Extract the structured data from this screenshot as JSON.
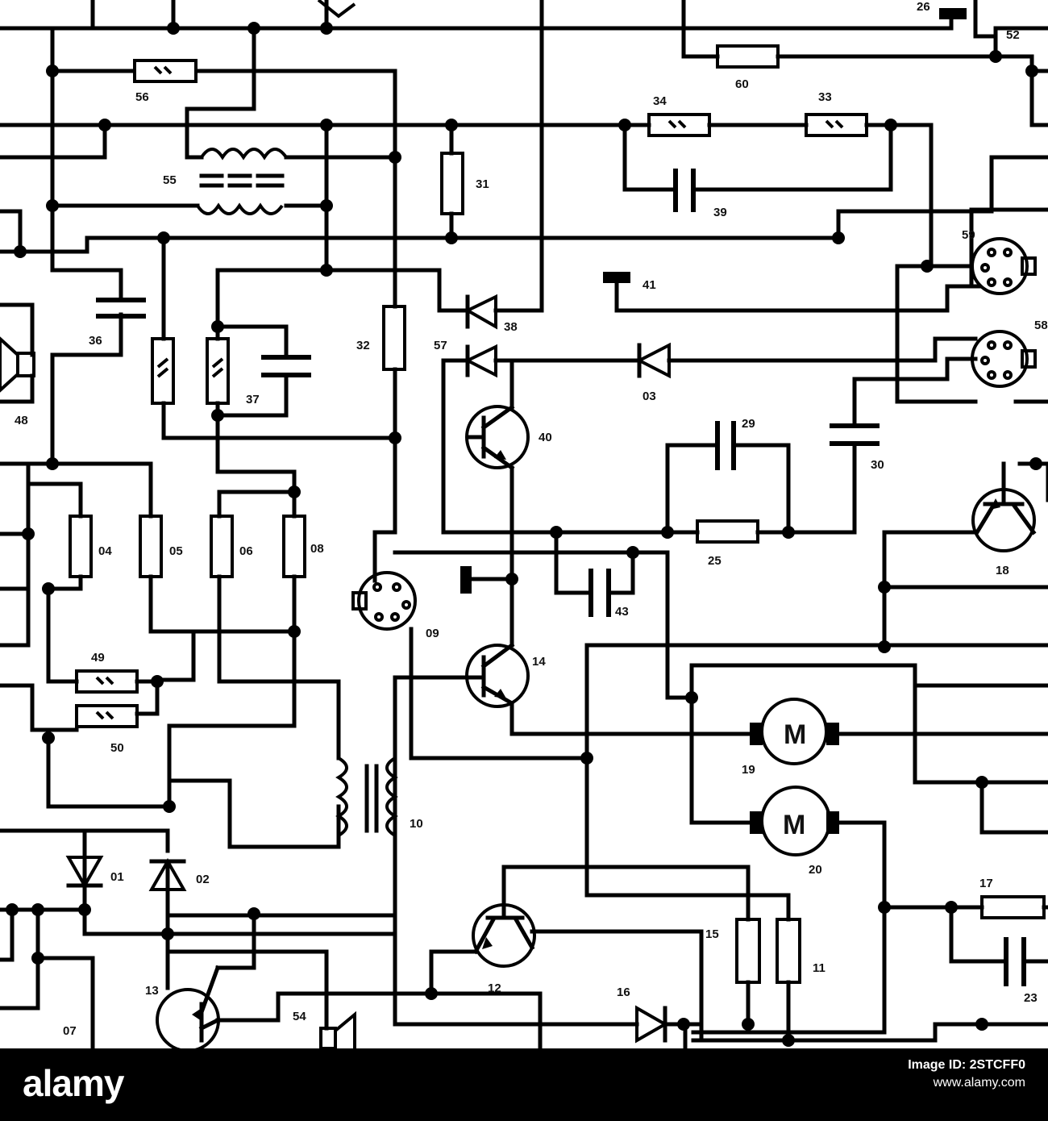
{
  "footer": {
    "brand": "alamy",
    "image_id_label": "Image ID: 2STCFF0",
    "site": "www.alamy.com"
  },
  "diagram": {
    "labels": {
      "56": "56",
      "60": "60",
      "52": "52",
      "26": "26",
      "34": "34",
      "33": "33",
      "55": "55",
      "31": "31",
      "39": "39",
      "59": "59",
      "58": "58",
      "41": "41",
      "36": "36",
      "38": "38",
      "57": "57",
      "32": "32",
      "37": "37",
      "03": "03",
      "48": "48",
      "40": "40",
      "29": "29",
      "30": "30",
      "04": "04",
      "05": "05",
      "06": "06",
      "08": "08",
      "18": "18",
      "25": "25",
      "09": "09",
      "43": "43",
      "14": "14",
      "49": "49",
      "50": "50",
      "19": "19",
      "20": "20",
      "10": "10",
      "01": "01",
      "02": "02",
      "15": "15",
      "11": "11",
      "17": "17",
      "13": "13",
      "12": "12",
      "16": "16",
      "23": "23",
      "54": "54",
      "07": "07"
    },
    "motor_symbol": "M"
  }
}
